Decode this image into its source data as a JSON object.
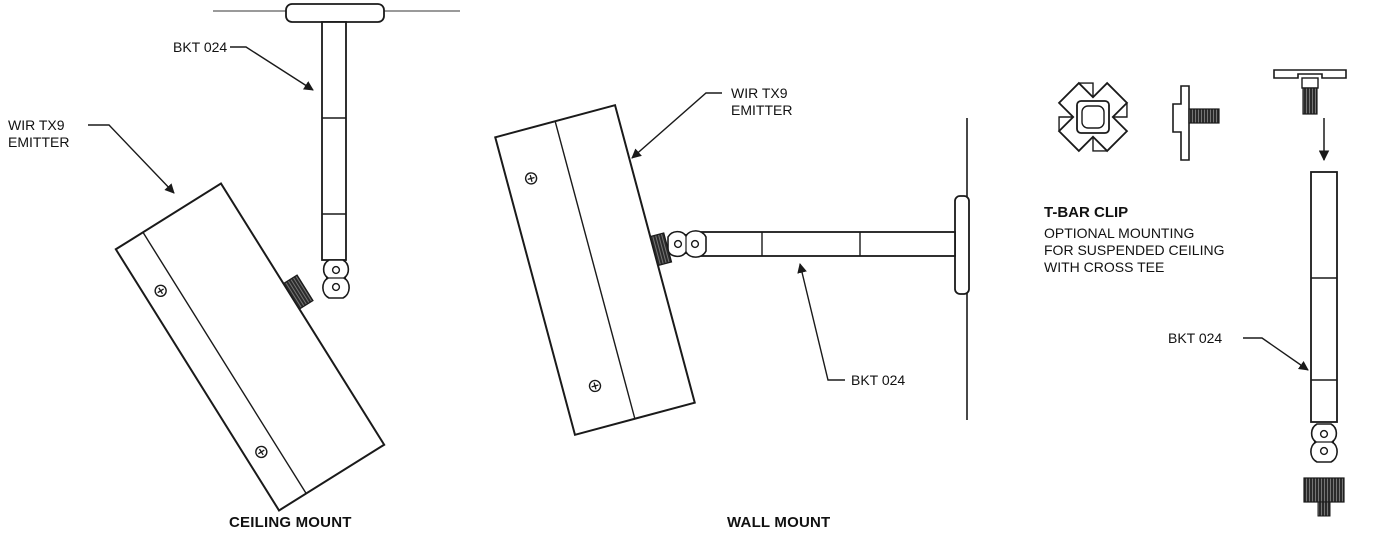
{
  "labels": {
    "ceiling_bracket": "BKT 024",
    "ceiling_emitter": "WIR TX9\nEMITTER",
    "wall_emitter": "WIR TX9\nEMITTER",
    "wall_bracket": "BKT 024",
    "right_bracket": "BKT 024"
  },
  "captions": {
    "ceiling": "CEILING MOUNT",
    "wall": "WALL MOUNT"
  },
  "tbar": {
    "title": "T-BAR CLIP",
    "description": "OPTIONAL MOUNTING\nFOR SUSPENDED CEILING\nWITH CROSS TEE"
  },
  "colors": {
    "line": "#1a1a1a",
    "ceiling_line": "#9a9a9a",
    "knob": "#333333"
  },
  "icons": [
    "screw-icon",
    "knob-icon",
    "arrow-icon",
    "swivel-joint-icon"
  ]
}
